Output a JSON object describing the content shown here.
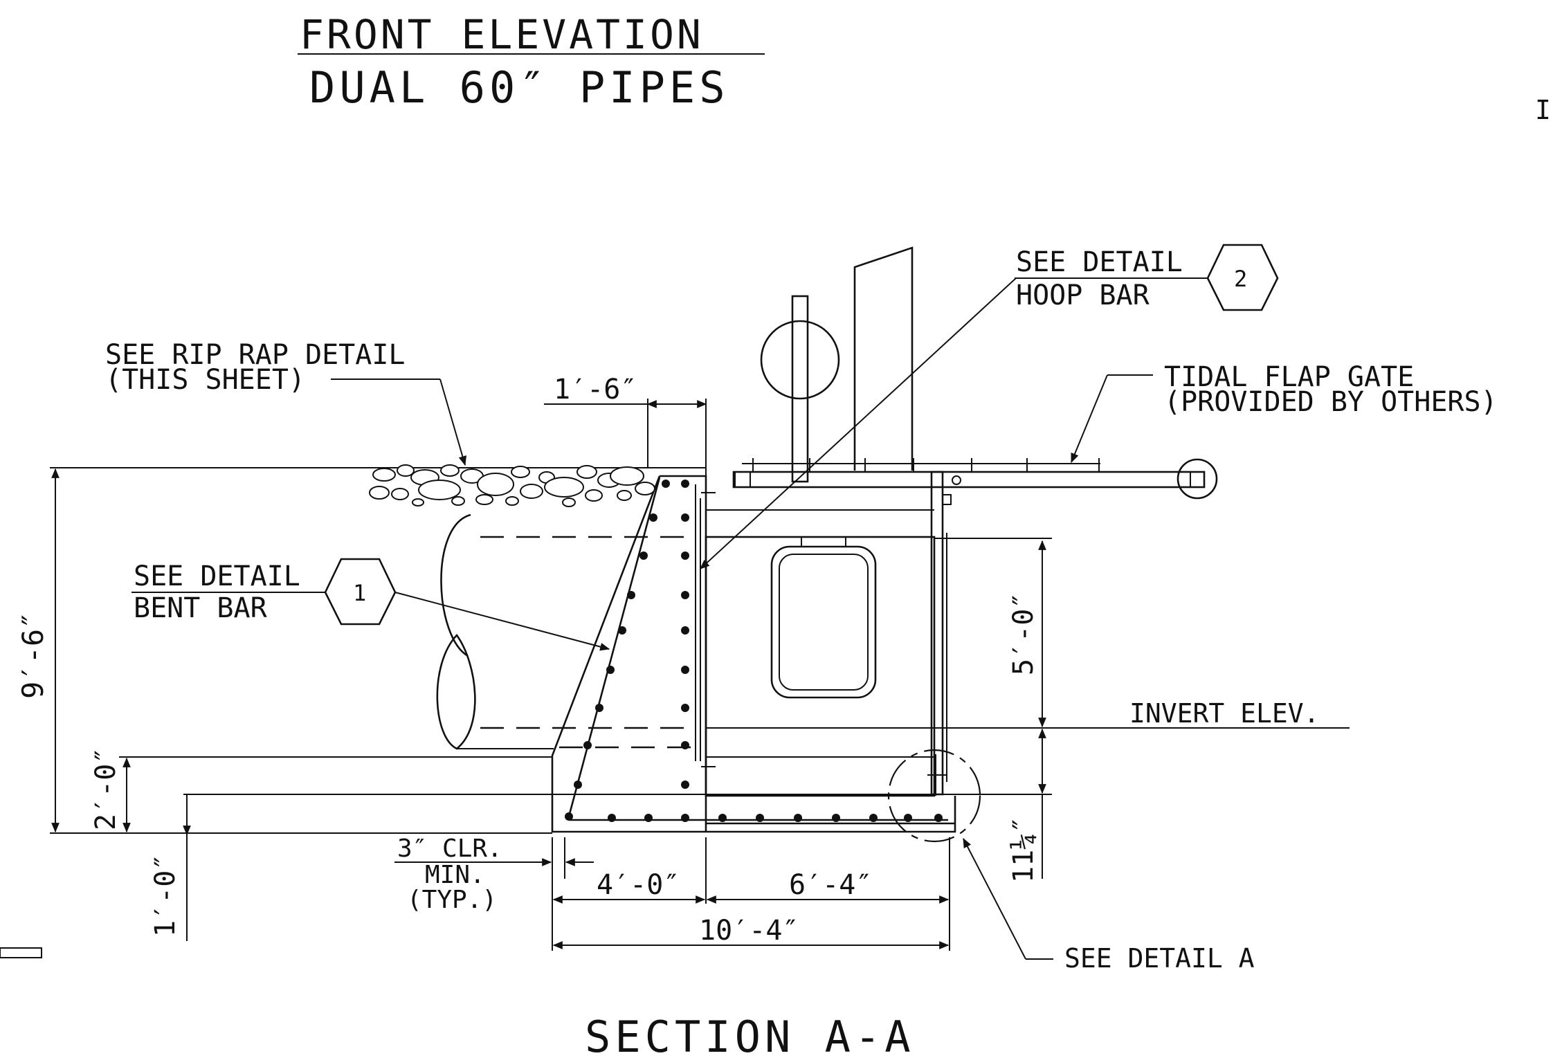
{
  "titles": {
    "front_elevation": "FRONT ELEVATION",
    "dual_pipes": "DUAL 60″ PIPES",
    "edge_fragment": "I",
    "section": "SECTION A-A"
  },
  "callouts": {
    "detail_2_line1": "SEE DETAIL",
    "detail_2_line2": "HOOP BAR",
    "detail_2_tag": "2",
    "riprap_line1": "SEE RIP RAP DETAIL",
    "riprap_line2": "(THIS SHEET)",
    "tidal_line1": "TIDAL FLAP GATE",
    "tidal_line2": "(PROVIDED BY OTHERS)",
    "detail_1_line1": "SEE DETAIL",
    "detail_1_line2": "BENT BAR",
    "detail_1_tag": "1",
    "invert": "INVERT ELEV.",
    "detail_a": "SEE DETAIL A",
    "clr_line1": "3″ CLR.",
    "clr_line2": "MIN.",
    "clr_line3": "(TYP.)"
  },
  "dimensions": {
    "top_width": "1′-6″",
    "total_height": "9′-6″",
    "slab_depth": "2′-0″",
    "toe_depth": "1′-0″",
    "opening": "5′-0″",
    "invert_offset": "11¼″",
    "base_left": "4′-0″",
    "base_right": "6′-4″",
    "base_total": "10′-4″"
  }
}
